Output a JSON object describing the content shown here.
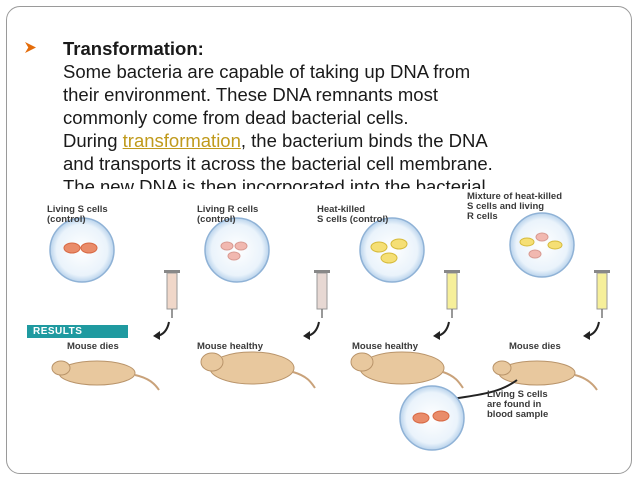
{
  "slide": {
    "heading": "Transformation:",
    "lines": [
      "Some bacteria are capable of taking up DNA from",
      "their environment. These DNA remnants most",
      "commonly come from dead bacterial cells."
    ],
    "during_pre": "During ",
    "during_link": "transformation",
    "during_post": ", the bacterium binds the DNA",
    "line5": "and transports it across the bacterial cell membrane.",
    "line6_partial": "The new DNA is then incorporated into the bacterial"
  },
  "figure": {
    "panels": [
      {
        "label": "Living S cells\n(control)",
        "result": "Mouse dies"
      },
      {
        "label": "Living R cells\n(control)",
        "result": "Mouse healthy"
      },
      {
        "label": "Heat-killed\nS cells (control)",
        "result": "Mouse healthy"
      },
      {
        "label": "Mixture of heat-killed\nS cells and living\nR cells",
        "result": "Mouse dies"
      }
    ],
    "results_label": "RESULTS",
    "blood_label": "Living S cells\nare found in\nblood sample"
  },
  "colors": {
    "bullet": "#e46c0a",
    "link": "#c09a1c",
    "results_bar": "#1f9aa0"
  }
}
